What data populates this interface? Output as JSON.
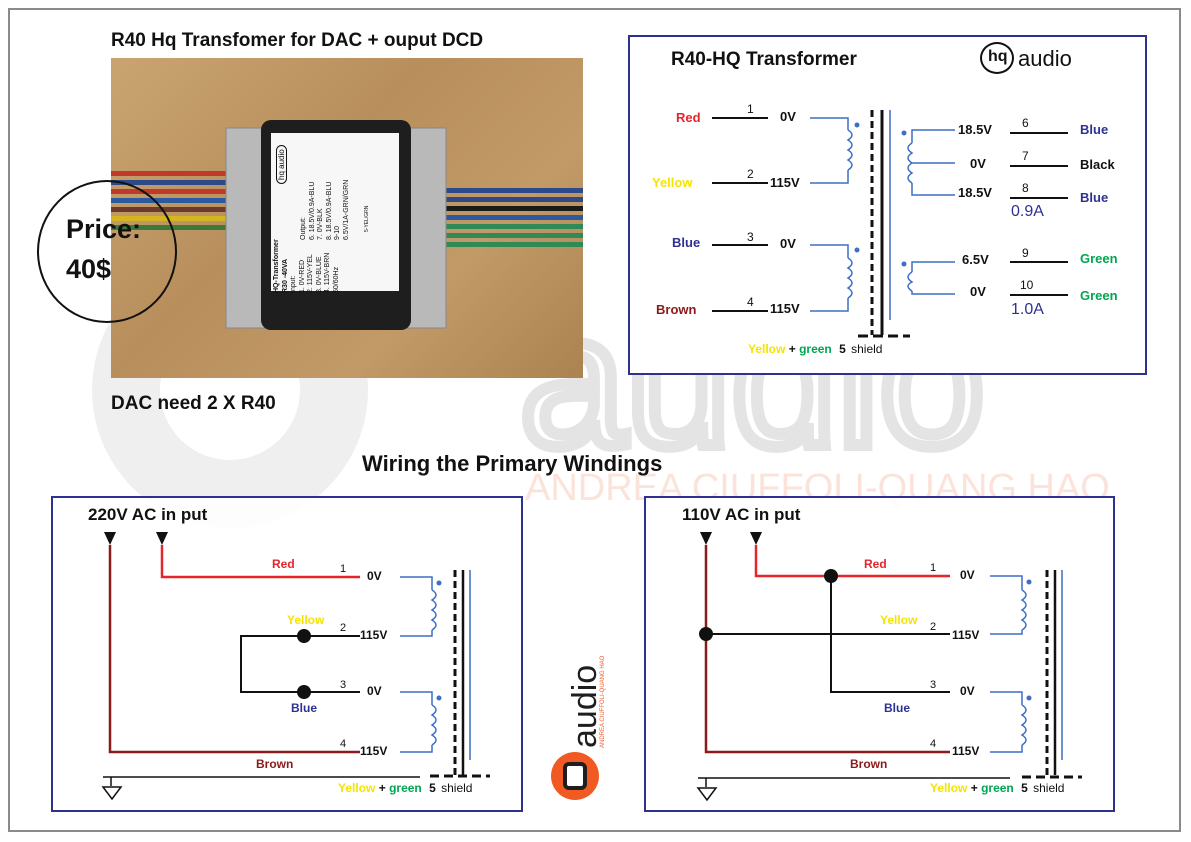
{
  "page": {
    "main_title": "R40 Hq Transfomer for DAC + ouput  DCD",
    "price_label": "Price:",
    "price_value": "40$",
    "dac_note": "DAC need 2 X R40",
    "section_title": "Wiring the Primary Windings"
  },
  "photo_label": {
    "brand": "hq audio",
    "model": "HQ-Transformer",
    "rating": "R30 -40VA",
    "input_heading": "Input:",
    "inputs": [
      "1. 0V-RED",
      "2. 115V-YEL",
      "3. 0V-BLUE",
      "4. 115V-BRN",
      "50/60Hz"
    ],
    "output_heading": "Output:",
    "outputs": [
      "6. 18.5V/0.9A-BLU",
      "7. 0V-BLK",
      "8. 18.5V/0.9A-BLU",
      "9-10",
      "6.5V/1A-GRN/GRN"
    ],
    "shield_note": "5-YEL/GRN"
  },
  "schematic": {
    "title": "R40-HQ Transformer",
    "logo": "audio",
    "primary": [
      {
        "color_name": "Red",
        "pin": "1",
        "voltage": "0V"
      },
      {
        "color_name": "Yellow",
        "pin": "2",
        "voltage": "115V"
      },
      {
        "color_name": "Blue",
        "pin": "3",
        "voltage": "0V"
      },
      {
        "color_name": "Brown",
        "pin": "4",
        "voltage": "115V"
      }
    ],
    "secondary": [
      {
        "voltage": "18.5V",
        "pin": "6",
        "color_name": "Blue"
      },
      {
        "voltage": "0V",
        "pin": "7",
        "color_name": "Black"
      },
      {
        "voltage": "18.5V",
        "pin": "8",
        "color_name": "Blue"
      },
      {
        "voltage": "6.5V",
        "pin": "9",
        "color_name": "Green"
      },
      {
        "voltage": "0V",
        "pin": "10",
        "color_name": "Green"
      }
    ],
    "current_1": "0.9A",
    "current_2": "1.0A",
    "shield_yellow": "Yellow",
    "shield_plus": "+",
    "shield_green": "green",
    "shield_pin": "5",
    "shield_word": "shield"
  },
  "wiring_220": {
    "title": "220V AC in put",
    "wires": [
      {
        "color_name": "Red",
        "pin": "1",
        "voltage": "0V"
      },
      {
        "color_name": "Yellow",
        "pin": "2",
        "voltage": "115V"
      },
      {
        "color_name": "Blue",
        "pin": "3",
        "voltage": "0V"
      },
      {
        "color_name": "Brown",
        "pin": "4",
        "voltage": "115V"
      }
    ],
    "shield_yellow": "Yellow",
    "shield_plus": "+",
    "shield_green": "green",
    "shield_pin": "5",
    "shield_word": "shield"
  },
  "wiring_110": {
    "title": "110V AC in put",
    "wires": [
      {
        "color_name": "Red",
        "pin": "1",
        "voltage": "0V"
      },
      {
        "color_name": "Yellow",
        "pin": "2",
        "voltage": "115V"
      },
      {
        "color_name": "Blue",
        "pin": "3",
        "voltage": "0V"
      },
      {
        "color_name": "Brown",
        "pin": "4",
        "voltage": "115V"
      }
    ],
    "shield_yellow": "Yellow",
    "shield_plus": "+",
    "shield_green": "green",
    "shield_pin": "5",
    "shield_word": "shield"
  },
  "watermark": {
    "word": "audio",
    "credit": "ANDREA CIUFFOLI-QUANG HAO"
  },
  "colors": {
    "red": "#e8242b",
    "yellow": "#f5e400",
    "blue": "#2e3192",
    "brown": "#8b1a1a",
    "green": "#00a651",
    "black": "#111111",
    "coil_blue": "#3d6fc4",
    "panel_border": "#2e3192",
    "watermark": "#ececec",
    "logo_orange": "#f15a22"
  }
}
